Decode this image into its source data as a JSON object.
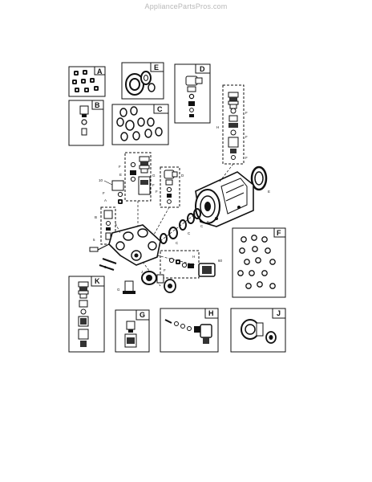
{
  "watermark": "AppliancePartsPros.com",
  "kit_letters": {
    "A": "A",
    "B": "B",
    "C": "C",
    "D": "D",
    "E": "E",
    "F": "F",
    "G": "G",
    "H": "H",
    "J": "J",
    "K": "K"
  },
  "callouts": {
    "n10": "10",
    "n60": "60",
    "n5": "5",
    "n3": "3"
  }
}
